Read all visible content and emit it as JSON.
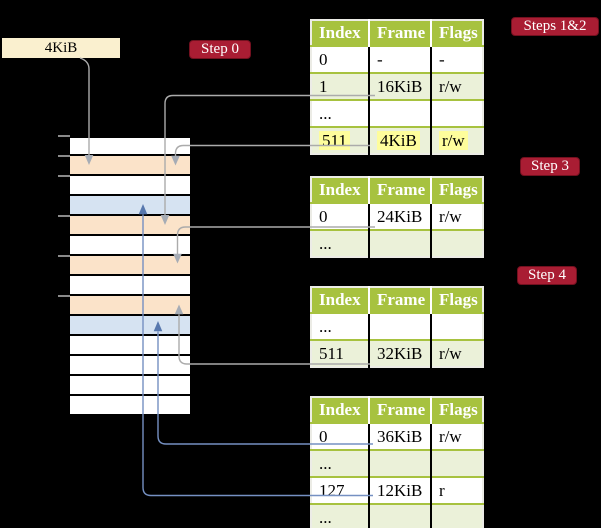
{
  "frame_box": {
    "label": "4KiB"
  },
  "badges": {
    "step0": "Step 0",
    "steps12": "Steps 1&2",
    "step3": "Step 3",
    "step4": "Step 4"
  },
  "memory": {
    "rows": [
      "white",
      "peach",
      "white",
      "blue",
      "peach",
      "white",
      "peach",
      "white",
      "peach",
      "blue",
      "white",
      "white",
      "white",
      "white"
    ],
    "ticks_y": [
      136,
      156,
      176,
      216,
      256,
      296
    ]
  },
  "tables": [
    {
      "name": "page-table-steps-1-2",
      "headers": [
        "Index",
        "Frame",
        "Flags"
      ],
      "rows": [
        {
          "cells": [
            "0",
            "-",
            "-"
          ],
          "shade": false,
          "highlight": false
        },
        {
          "cells": [
            "1",
            "16KiB",
            "r/w"
          ],
          "shade": true,
          "highlight": false
        },
        {
          "cells": [
            "...",
            "",
            ""
          ],
          "shade": false,
          "highlight": false
        },
        {
          "cells": [
            "511",
            "4KiB",
            "r/w"
          ],
          "shade": true,
          "highlight": true
        }
      ]
    },
    {
      "name": "page-table-step-3",
      "headers": [
        "Index",
        "Frame",
        "Flags"
      ],
      "rows": [
        {
          "cells": [
            "0",
            "24KiB",
            "r/w"
          ],
          "shade": false,
          "highlight": false
        },
        {
          "cells": [
            "...",
            "",
            ""
          ],
          "shade": true,
          "highlight": false
        }
      ]
    },
    {
      "name": "page-table-step-4",
      "headers": [
        "Index",
        "Frame",
        "Flags"
      ],
      "rows": [
        {
          "cells": [
            "...",
            "",
            ""
          ],
          "shade": false,
          "highlight": false
        },
        {
          "cells": [
            "511",
            "32KiB",
            "r/w"
          ],
          "shade": true,
          "highlight": false
        }
      ]
    },
    {
      "name": "page-table-final",
      "headers": [
        "Index",
        "Frame",
        "Flags"
      ],
      "rows": [
        {
          "cells": [
            "0",
            "36KiB",
            "r/w"
          ],
          "shade": false,
          "highlight": false
        },
        {
          "cells": [
            "...",
            "",
            ""
          ],
          "shade": true,
          "highlight": false
        },
        {
          "cells": [
            "127",
            "12KiB",
            "r"
          ],
          "shade": false,
          "highlight": false
        },
        {
          "cells": [
            "...",
            "",
            ""
          ],
          "shade": true,
          "highlight": false
        }
      ]
    }
  ],
  "colors": {
    "background": "#000000",
    "badge_red": "#A91D33",
    "header_green": "#A7C23F",
    "row_green": "#EBF1D9",
    "frame_peach": "#FBE3C9",
    "frame_blue": "#D6E3F2",
    "label_cream": "#FAF0CF",
    "highlight_yellow": "#FEFD9C",
    "line_gray": "#ABABAB",
    "line_blue": "#7590C2"
  }
}
